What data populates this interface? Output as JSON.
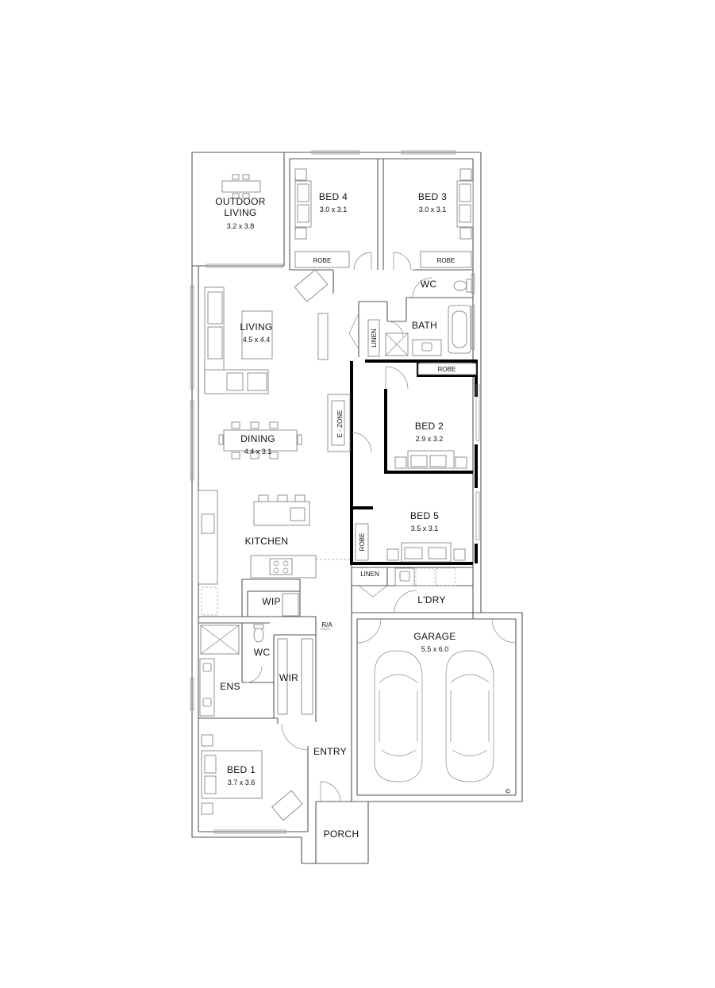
{
  "rooms": {
    "outdoor": {
      "name_line1": "OUTDOOR",
      "name_line2": "LIVING",
      "dim": "3.2 x 3.8"
    },
    "bed4": {
      "name": "BED 4",
      "dim": "3.0 x 3.1"
    },
    "bed3": {
      "name": "BED 3",
      "dim": "3.0 x 3.1"
    },
    "living": {
      "name": "LIVING",
      "dim": "4.5 x 4.4"
    },
    "dining": {
      "name": "DINING",
      "dim": "4.4 x 3.1"
    },
    "bed2": {
      "name": "BED 2",
      "dim": "2.9 x 3.2"
    },
    "bed5": {
      "name": "BED 5",
      "dim": "3.5 x 3.1"
    },
    "garage": {
      "name": "GARAGE",
      "dim": "5.5 x 6.0"
    },
    "bed1": {
      "name": "BED 1",
      "dim": "3.7 x 3.6"
    }
  },
  "labels": {
    "robe_bed4": "ROBE",
    "robe_bed3": "ROBE",
    "robe_bed2": "ROBE",
    "robe_bed5": "ROBE",
    "wc_top": "WC",
    "bath": "BATH",
    "linen_top": "LINEN",
    "ezone": "E - ZONE",
    "kitchen": "KITCHEN",
    "wip": "WIP",
    "linen_laundry": "LINEN",
    "laundry": "L'DRY",
    "ra": "R/A",
    "wc_ens": "WC",
    "ens": "ENS",
    "wir": "WIR",
    "entry": "ENTRY",
    "porch": "PORCH",
    "copyright": "©"
  }
}
